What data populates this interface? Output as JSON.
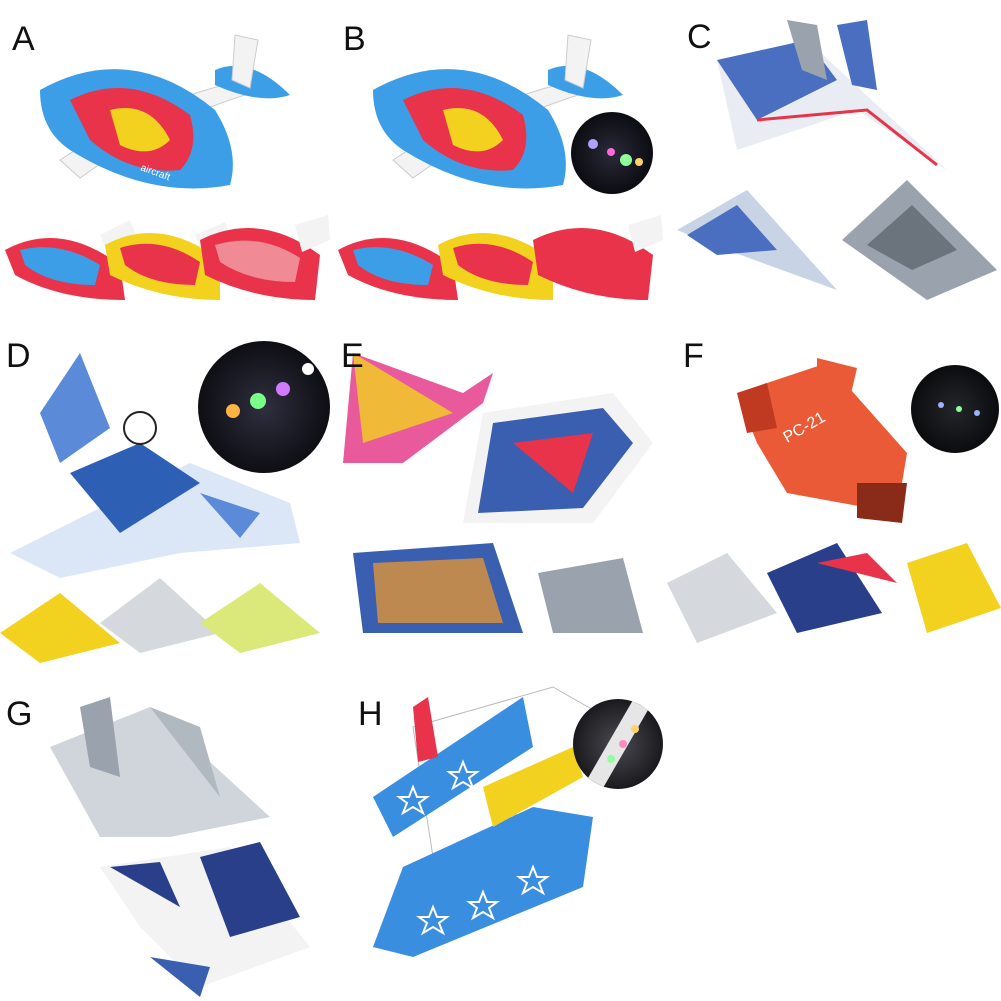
{
  "panels": [
    {
      "label": "A",
      "description_color": "#3aa0e0"
    },
    {
      "label": "B",
      "description_color": "#3aa0e0"
    },
    {
      "label": "C",
      "description_color": "#4a6fc0"
    },
    {
      "label": "D",
      "description_color": "#5a8ad8"
    },
    {
      "label": "E",
      "description_color": "#3a5fb0"
    },
    {
      "label": "F",
      "description_color": "#e85030"
    },
    {
      "label": "G",
      "description_color": "#b0b8c0"
    },
    {
      "label": "H",
      "description_color": "#3a8ee0"
    }
  ],
  "decals": {
    "a_wing_text": "aircraft",
    "f_wing_text": "PC-21"
  },
  "colors": {
    "blue": "#3c9ee6",
    "red": "#e8334a",
    "yellow": "#f2d11f",
    "navy": "#2a3f8a",
    "grey": "#9aa3ad",
    "orange_red": "#ea5a36"
  }
}
